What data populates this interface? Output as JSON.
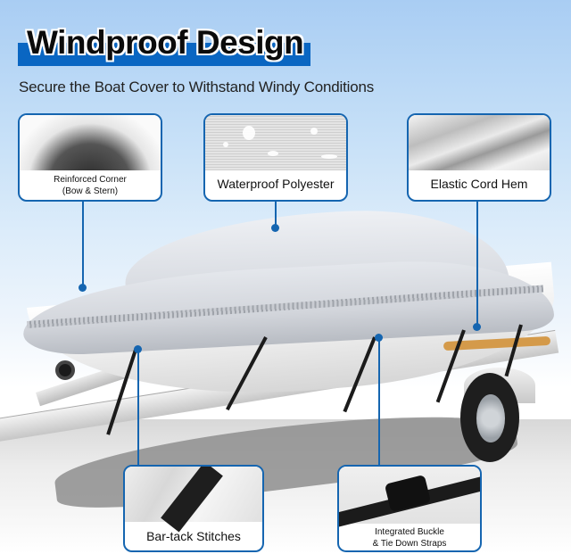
{
  "header": {
    "title": "Windproof Design",
    "subtitle": "Secure the Boat Cover to Withstand Windy Conditions"
  },
  "colors": {
    "accent": "#0a66c2",
    "callout_border": "#1565b0",
    "stripe": "#d49a4a"
  },
  "callouts": [
    {
      "id": "reinforced-corner",
      "label_line1": "Reinforced Corner",
      "label_line2": "(Bow & Stern)"
    },
    {
      "id": "waterproof-polyester",
      "label": "Waterproof Polyester"
    },
    {
      "id": "elastic-cord-hem",
      "label": "Elastic Cord Hem"
    },
    {
      "id": "bar-tack-stitches",
      "label": "Bar-tack Stitches"
    },
    {
      "id": "integrated-buckle",
      "label_line1": "Integrated Buckle",
      "label_line2": "& Tie Down Straps"
    }
  ]
}
